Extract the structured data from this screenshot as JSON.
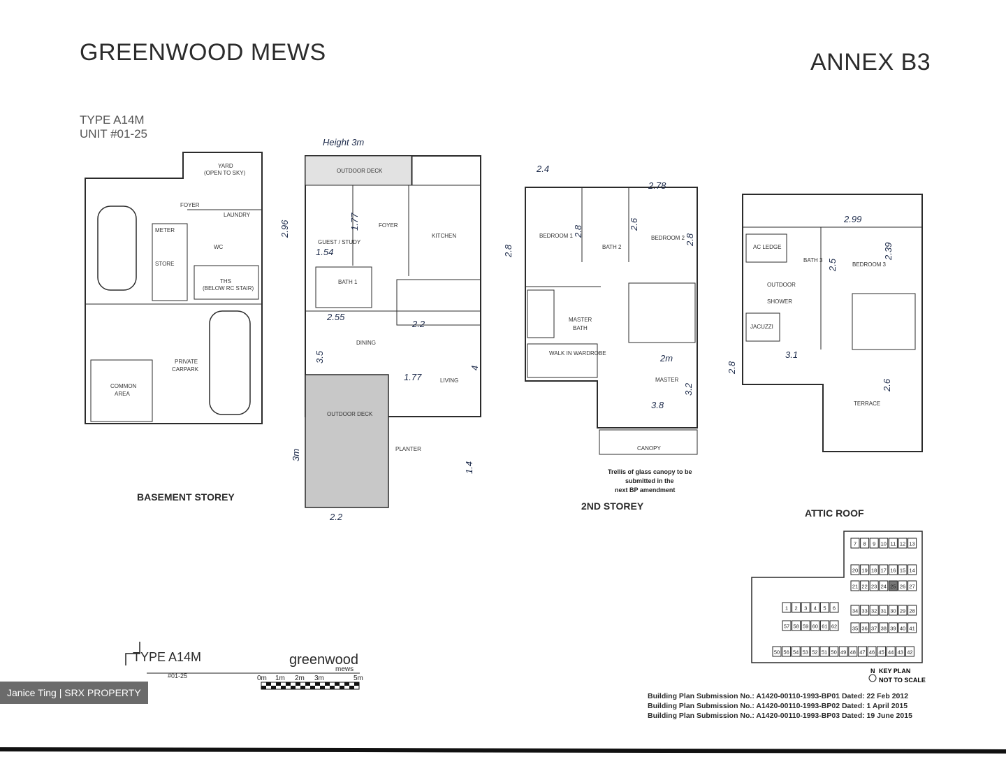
{
  "header": {
    "project": "GREENWOOD MEWS",
    "annex": "ANNEX B3",
    "type": "TYPE A14M",
    "unit": "UNIT #01-25"
  },
  "floors": {
    "basement": {
      "label": "BASEMENT STOREY",
      "rooms": [
        "YARD",
        "(OPEN TO SKY)",
        "FOYER",
        "LAUNDRY",
        "METER",
        "WC",
        "STORE",
        "THS",
        "(BELOW RC STAIR)",
        "PRIVATE",
        "CARPARK",
        "COMMON",
        "AREA"
      ]
    },
    "first": {
      "rooms": [
        "OUTDOOR DECK",
        "FOYER",
        "KITCHEN",
        "GUEST / STUDY",
        "BATH 1",
        "DINING",
        "LIVING",
        "OUTDOOR DECK",
        "PLANTER"
      ],
      "notes": [
        "Height 3m",
        "2.96",
        "1.54",
        "1.77",
        "2.55",
        "2.2",
        "3.5",
        "4",
        "3m",
        "2.2",
        "1.77",
        "1.4"
      ]
    },
    "second": {
      "label": "2ND STOREY",
      "rooms": [
        "BEDROOM 1",
        "BATH 2",
        "BEDROOM 2",
        "MASTER",
        "BATH",
        "WALK IN WARDROBE",
        "MASTER",
        "CANOPY"
      ],
      "canopy_note": [
        "Trellis of glass canopy to be",
        "submitted in the",
        "next BP amendment"
      ],
      "notes": [
        "2.4",
        "2.78",
        "2.8",
        "2.6",
        "2.8",
        "2.8",
        "2m",
        "3.8",
        "3.2"
      ]
    },
    "attic": {
      "label": "ATTIC ROOF",
      "rooms": [
        "AC LEDGE",
        "BATH 3",
        "BEDROOM 3",
        "OUTDOOR",
        "SHOWER",
        "JACUZZI",
        "TERRACE"
      ],
      "notes": [
        "2.99",
        "2.5",
        "2.39",
        "3.1",
        "2.8",
        "2.6"
      ]
    }
  },
  "legend": {
    "type": "TYPE A14M",
    "unit": "#01-25",
    "brand": "greenwood",
    "brand_sub": "mews",
    "scale": [
      "0m",
      "1m",
      "2m",
      "3m",
      "5m"
    ]
  },
  "key_plan": {
    "rows": [
      [
        "7",
        "8",
        "9",
        "10",
        "11",
        "12",
        "13"
      ],
      [
        "20",
        "19",
        "18",
        "17",
        "16",
        "15",
        "14"
      ],
      [
        "21",
        "22",
        "23",
        "24",
        "25",
        "26",
        "27"
      ],
      [
        "1",
        "2",
        "3",
        "4",
        "5",
        "6"
      ],
      [
        "34",
        "33",
        "32",
        "31",
        "30",
        "29",
        "28"
      ],
      [
        "57",
        "58",
        "59",
        "60",
        "61",
        "62"
      ],
      [
        "35",
        "36",
        "37",
        "38",
        "39",
        "40",
        "41"
      ],
      [
        "50",
        "56",
        "54",
        "53",
        "52",
        "51",
        "50",
        "49",
        "48",
        "47",
        "46",
        "45",
        "44",
        "43",
        "42"
      ]
    ],
    "highlight": "25",
    "north": "N",
    "label": "KEY PLAN",
    "note": "NOT TO SCALE"
  },
  "submissions": [
    "Building Plan Submission No.: A1420-00110-1993-BP01 Dated: 22 Feb 2012",
    "Building Plan Submission No.: A1420-00110-1993-BP02 Dated: 1 April 2015",
    "Building Plan Submission No.: A1420-00110-1993-BP03 Dated: 19 June 2015"
  ],
  "watermark": "Janice Ting | SRX PROPERTY"
}
